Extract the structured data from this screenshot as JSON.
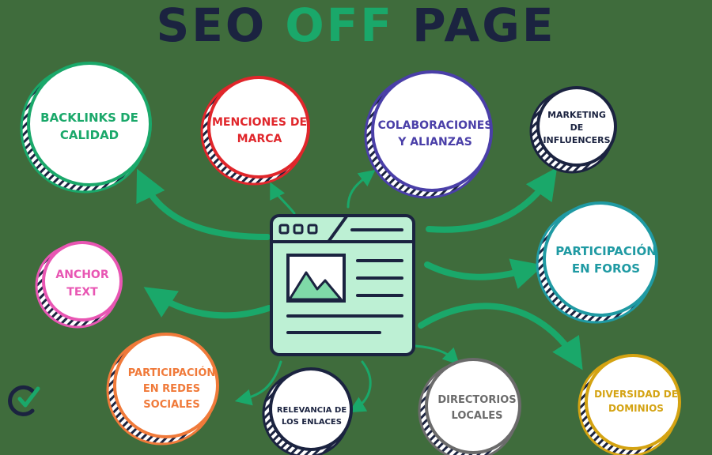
{
  "title": {
    "part1": "SEO ",
    "part2": "OFF",
    "part3": " PAGE"
  },
  "colors": {
    "background": "#3f6c3c",
    "navy": "#1b2340",
    "arrow": "#1aa86a",
    "mint": "#bdf0d4",
    "green": "#1aa86a",
    "red": "#e0262b",
    "purple": "#4a3fa8",
    "dark": "#1b2340",
    "teal": "#1f9aa3",
    "pink": "#e856b3",
    "orange": "#f07a3a",
    "gray": "#6b6b6b",
    "gold": "#d4a312"
  },
  "nodes": {
    "backlinks": {
      "line1": "BACKLINKS DE",
      "line2": "CALIDAD"
    },
    "menciones": {
      "line1": "MENCIONES DE",
      "line2": "MARCA"
    },
    "colaboraciones": {
      "line1": "COLABORACIONES",
      "line2": "Y ALIANZAS"
    },
    "marketing": {
      "line1": "MARKETING",
      "line2": "DE",
      "line3": "INFLUENCERS"
    },
    "foros": {
      "line1": "PARTICIPACIÓN",
      "line2": "EN FOROS"
    },
    "anchor": {
      "line1": "ANCHOR",
      "line2": "TEXT"
    },
    "redes": {
      "line1": "PARTICIPACIÓN",
      "line2": "EN REDES",
      "line3": "SOCIALES"
    },
    "relevancia": {
      "line1": "RELEVANCIA DE",
      "line2": "LOS ENLACES"
    },
    "directorios": {
      "line1": "DIRECTORIOS",
      "line2": "LOCALES"
    },
    "diversidad": {
      "line1": "DIVERSIDAD DE",
      "line2": "DOMINIOS"
    }
  },
  "icons": {
    "center": "browser-window-icon",
    "brand": "brand-logo-icon"
  }
}
